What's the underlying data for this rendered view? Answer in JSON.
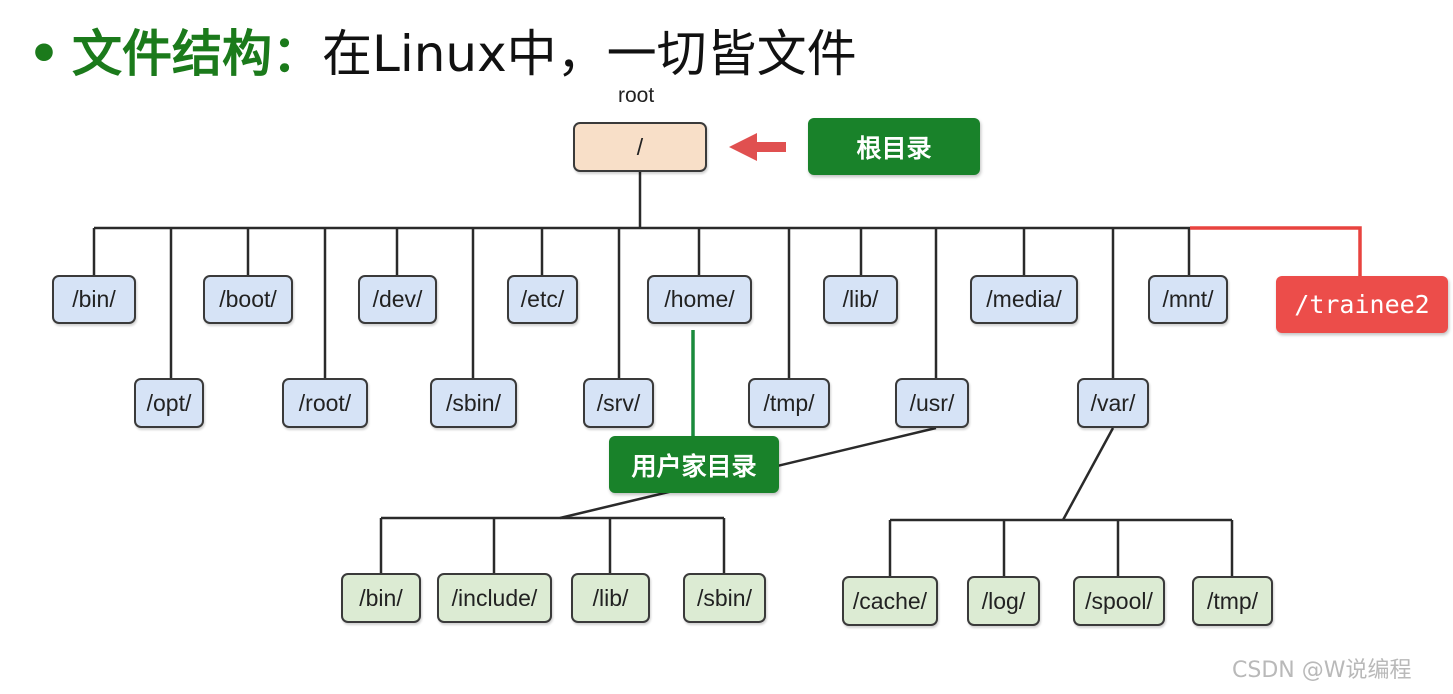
{
  "title": {
    "bullet": "•",
    "key": "文件结构：",
    "rest": "在Linux中，一切皆文件"
  },
  "root": {
    "caption": "root",
    "label": "/"
  },
  "labels": {
    "root_dir": "根目录",
    "user_home": "用户家目录",
    "trainee": "/trainee2"
  },
  "top_level": {
    "row1": [
      "/bin/",
      "/boot/",
      "/dev/",
      "/etc/",
      "/home/",
      "/lib/",
      "/media/",
      "/mnt/"
    ],
    "row2": [
      "/opt/",
      "/root/",
      "/sbin/",
      "/srv/",
      "/tmp/",
      "/usr/",
      "/var/"
    ]
  },
  "usr_children": [
    "/bin/",
    "/include/",
    "/lib/",
    "/sbin/"
  ],
  "var_children": [
    "/cache/",
    "/log/",
    "/spool/",
    "/tmp/"
  ],
  "colors": {
    "arrow": "#e05050",
    "trainee_link": "#e8433f",
    "home_link": "#1a8a3c"
  },
  "watermark": "CSDN @W说编程"
}
